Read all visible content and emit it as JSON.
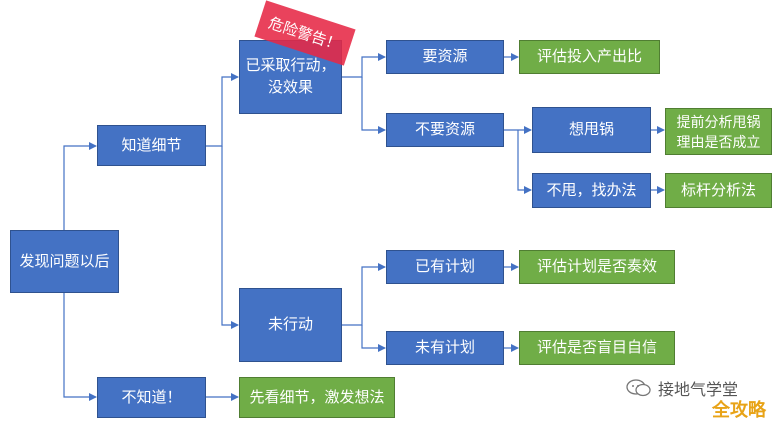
{
  "nodes": {
    "root": "发现问题以后",
    "know_detail": "知道细节",
    "not_know": "不知道！",
    "acted_line1": "已采取行动，",
    "acted_line2": "没效果",
    "not_acted": "未行动",
    "need_resource": "要资源",
    "no_resource": "不要资源",
    "want_blame": "想甩锅",
    "no_blame": "不甩，找办法",
    "has_plan": "已有计划",
    "no_plan": "未有计划",
    "eval_input_output": "评估投入产出比",
    "analyze_line1": "提前分析甩锅",
    "analyze_line2": "理由是否成立",
    "benchmark": "标杆分析法",
    "eval_plan": "评估计划是否奏效",
    "eval_blind": "评估是否盲目自信",
    "view_detail": "先看细节，激发想法"
  },
  "stamp": "危险警告！",
  "watermark": {
    "account": "接地气学堂",
    "site": "全攻略"
  },
  "colors": {
    "node_blue": "#4472C4",
    "node_green": "#70AD47",
    "connector": "#4472C4",
    "stamp": "#E62846",
    "watermark_site": "#E8A317"
  }
}
